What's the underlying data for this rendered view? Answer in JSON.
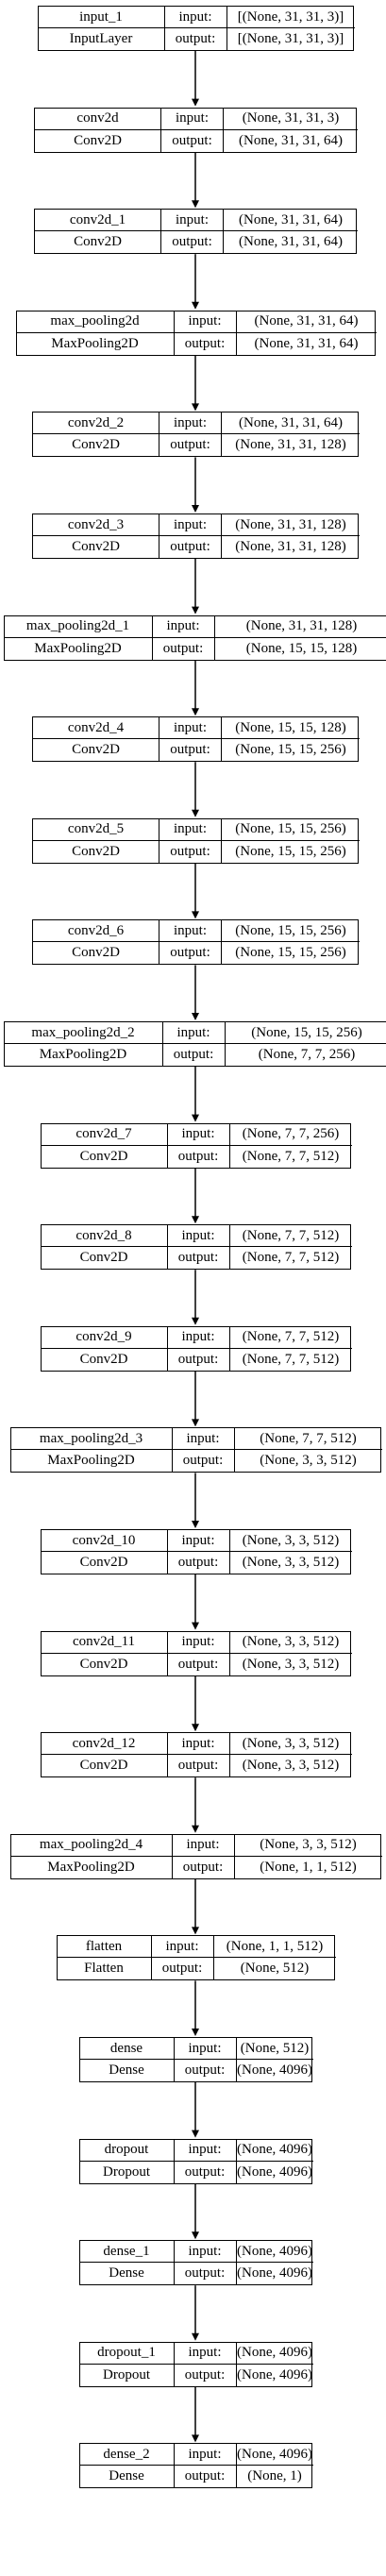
{
  "diagram": {
    "direction": "top-to-bottom",
    "row_labels": {
      "input": "input:",
      "output": "output:"
    },
    "layers": [
      {
        "name": "input_1",
        "type": "InputLayer",
        "input": "[(None, 31, 31, 3)]",
        "output": "[(None, 31, 31, 3)]"
      },
      {
        "name": "conv2d",
        "type": "Conv2D",
        "input": "(None, 31, 31, 3)",
        "output": "(None, 31, 31, 64)"
      },
      {
        "name": "conv2d_1",
        "type": "Conv2D",
        "input": "(None, 31, 31, 64)",
        "output": "(None, 31, 31, 64)"
      },
      {
        "name": "max_pooling2d",
        "type": "MaxPooling2D",
        "input": "(None, 31, 31, 64)",
        "output": "(None, 31, 31, 64)"
      },
      {
        "name": "conv2d_2",
        "type": "Conv2D",
        "input": "(None, 31, 31, 64)",
        "output": "(None, 31, 31, 128)"
      },
      {
        "name": "conv2d_3",
        "type": "Conv2D",
        "input": "(None, 31, 31, 128)",
        "output": "(None, 31, 31, 128)"
      },
      {
        "name": "max_pooling2d_1",
        "type": "MaxPooling2D",
        "input": "(None, 31, 31, 128)",
        "output": "(None, 15, 15, 128)"
      },
      {
        "name": "conv2d_4",
        "type": "Conv2D",
        "input": "(None, 15, 15, 128)",
        "output": "(None, 15, 15, 256)"
      },
      {
        "name": "conv2d_5",
        "type": "Conv2D",
        "input": "(None, 15, 15, 256)",
        "output": "(None, 15, 15, 256)"
      },
      {
        "name": "conv2d_6",
        "type": "Conv2D",
        "input": "(None, 15, 15, 256)",
        "output": "(None, 15, 15, 256)"
      },
      {
        "name": "max_pooling2d_2",
        "type": "MaxPooling2D",
        "input": "(None, 15, 15, 256)",
        "output": "(None, 7, 7, 256)"
      },
      {
        "name": "conv2d_7",
        "type": "Conv2D",
        "input": "(None, 7, 7, 256)",
        "output": "(None, 7, 7, 512)"
      },
      {
        "name": "conv2d_8",
        "type": "Conv2D",
        "input": "(None, 7, 7, 512)",
        "output": "(None, 7, 7, 512)"
      },
      {
        "name": "conv2d_9",
        "type": "Conv2D",
        "input": "(None, 7, 7, 512)",
        "output": "(None, 7, 7, 512)"
      },
      {
        "name": "max_pooling2d_3",
        "type": "MaxPooling2D",
        "input": "(None, 7, 7, 512)",
        "output": "(None, 3, 3, 512)"
      },
      {
        "name": "conv2d_10",
        "type": "Conv2D",
        "input": "(None, 3, 3, 512)",
        "output": "(None, 3, 3, 512)"
      },
      {
        "name": "conv2d_11",
        "type": "Conv2D",
        "input": "(None, 3, 3, 512)",
        "output": "(None, 3, 3, 512)"
      },
      {
        "name": "conv2d_12",
        "type": "Conv2D",
        "input": "(None, 3, 3, 512)",
        "output": "(None, 3, 3, 512)"
      },
      {
        "name": "max_pooling2d_4",
        "type": "MaxPooling2D",
        "input": "(None, 3, 3, 512)",
        "output": "(None, 1, 1, 512)"
      },
      {
        "name": "flatten",
        "type": "Flatten",
        "input": "(None, 1, 1, 512)",
        "output": "(None, 512)"
      },
      {
        "name": "dense",
        "type": "Dense",
        "input": "(None, 512)",
        "output": "(None, 4096)"
      },
      {
        "name": "dropout",
        "type": "Dropout",
        "input": "(None, 4096)",
        "output": "(None, 4096)"
      },
      {
        "name": "dense_1",
        "type": "Dense",
        "input": "(None, 4096)",
        "output": "(None, 4096)"
      },
      {
        "name": "dropout_1",
        "type": "Dropout",
        "input": "(None, 4096)",
        "output": "(None, 4096)"
      },
      {
        "name": "dense_2",
        "type": "Dense",
        "input": "(None, 4096)",
        "output": "(None, 1)"
      }
    ]
  }
}
